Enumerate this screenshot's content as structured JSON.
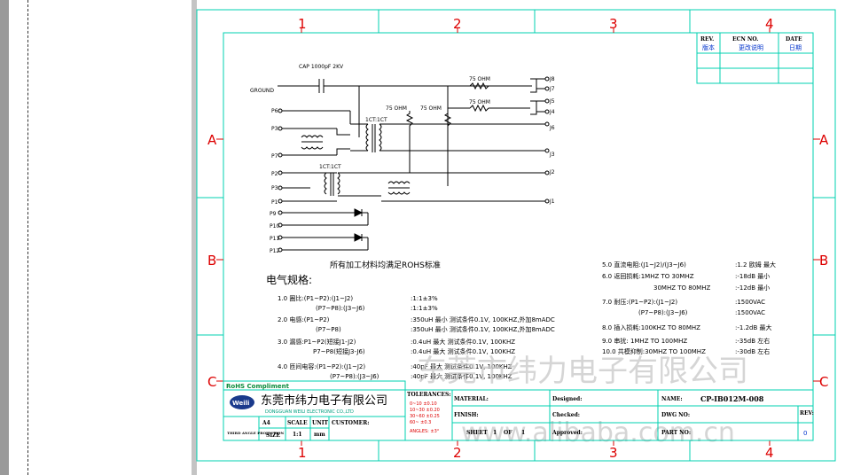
{
  "border": {
    "columns_top": [
      "1",
      "2",
      "3",
      "4"
    ],
    "columns_bottom": [
      "1",
      "2",
      "3",
      "4"
    ],
    "rows_left": [
      "A",
      "B",
      "C"
    ],
    "rows_right": [
      "A",
      "B",
      "C"
    ]
  },
  "revision": {
    "headers": [
      "REV.",
      "ECN NO.",
      "DATE"
    ],
    "values": [
      "版本",
      "更改说明",
      "日期"
    ]
  },
  "schematic": {
    "cap_label": "CAP 1000pF 2KV",
    "ground_label": "GROUND",
    "left_pins": [
      "P6",
      "P3",
      "P7",
      "P2",
      "P3",
      "P1",
      "P9",
      "P10",
      "P11",
      "P12"
    ],
    "right_pins": [
      "J8",
      "J7",
      "J5",
      "J4",
      "J6",
      "J3",
      "J2",
      "J1"
    ],
    "res_top": "75 OHM",
    "res_mid": "75 OHM",
    "res_center_a": "75 OHM",
    "res_center_b": "75 OHM",
    "xfmr_top": "1CT:1CT",
    "xfmr_bottom": "1CT:1CT"
  },
  "note": "所有加工材料均满足ROHS标准",
  "spec_title": "电气规格:",
  "specs_left": [
    {
      "label": "1.0 圈比:(P1~P2):(J1~J2)",
      "value": ":1:1±3%"
    },
    {
      "label": "(P7~P8):(J3~J6)",
      "value": ":1:1±3%"
    },
    {
      "label": "2.0 电感:(P1~P2)",
      "value": ":350uH 最小 测试条件0.1V, 100KHZ,外加8mADC"
    },
    {
      "label": "(P7~P8)",
      "value": ":350uH 最小 测试条件0.1V, 100KHZ,外加8mADC"
    },
    {
      "label": "3.0 漏感:P1~P2(短接J1-J2)",
      "value": ":0.4uH 最大 测试条件0.1V, 100KHZ"
    },
    {
      "label": "P7~P8(短接J3-J6)",
      "value": ":0.4uH 最大 测试条件0.1V, 100KHZ"
    },
    {
      "label": "4.0 匝间电容:(P1~P2):(J1~J2)",
      "value": ":40pF 最大 测试条件0.1V, 100KHZ"
    },
    {
      "label": "(P7~P8):(J3~J6)",
      "value": ":40pF 最大 测试条件0.1V, 100KHZ"
    }
  ],
  "specs_right": [
    {
      "label": "5.0 直流电阻:(J1~J2)/(J3~J6)",
      "value": ":1.2 欧姆 最大"
    },
    {
      "label": "6.0 返回损耗:1MHZ TO 30MHZ",
      "value": ":-18dB 最小"
    },
    {
      "label": "30MHZ TO 80MHZ",
      "value": ":-12dB 最小"
    },
    {
      "label": "7.0 耐压:(P1~P2):(J1~J2)",
      "value": ":1500VAC"
    },
    {
      "label": "(P7~P8):(J3~J6)",
      "value": ":1500VAC"
    },
    {
      "label": "8.0 插入损耗:100KHZ TO 80MHZ",
      "value": ":-1.2dB 最大"
    },
    {
      "label": "9.0 串扰: 1MHZ TO 100MHZ",
      "value": ":-35dB 左右"
    },
    {
      "label": "10.0 共模抑制:30MHZ TO 100MHZ",
      "value": ":-30dB 左右"
    }
  ],
  "title_block": {
    "rohs": "RoHS Compliment",
    "logo": "Weili",
    "company": "东莞市纬力电子有限公司",
    "company_en": "DONGGUAN WEILI ELECTRONIC CO.,LTD",
    "size_label": "A4",
    "size_caption": "SIZE",
    "scale_label": "SCALE",
    "scale_value": "1:1",
    "unit_label": "UNIT",
    "unit_value": "mm",
    "customer_label": "CUSTOMER:",
    "projection": "THIRD ANGLE PROJECTION",
    "tolerances_label": "TOLERANCES:",
    "tolerances": [
      "0~10 ±0.10",
      "10~30 ±0.20",
      "30~60 ±0.25",
      "60~ ±0.3"
    ],
    "angles": "ANGLES: ±3°",
    "material_label": "MATERIAL:",
    "finish_label": "FINISH:",
    "sheet_label": "SHEET",
    "sheet_value": "1",
    "of_label": "OF",
    "of_value": "1",
    "designed_label": "Designed:",
    "checked_label": "Checked:",
    "approved_label": "Approved:",
    "name_label": "NAME:",
    "name_value": "CP-IB012M-008",
    "dwg_label": "DWG NO:",
    "part_label": "PART NO:",
    "rev_label": "REV:",
    "rev_value": "0"
  },
  "watermark": {
    "cn": "东莞市纬力电子有限公司",
    "url": "www.alibaba.com.cn"
  },
  "colors": {
    "frame": "#00d0b0",
    "label_red": "#dd0000",
    "line": "#000000",
    "rev_blue": "#0033cc",
    "watermark": "#c8c8c8"
  }
}
